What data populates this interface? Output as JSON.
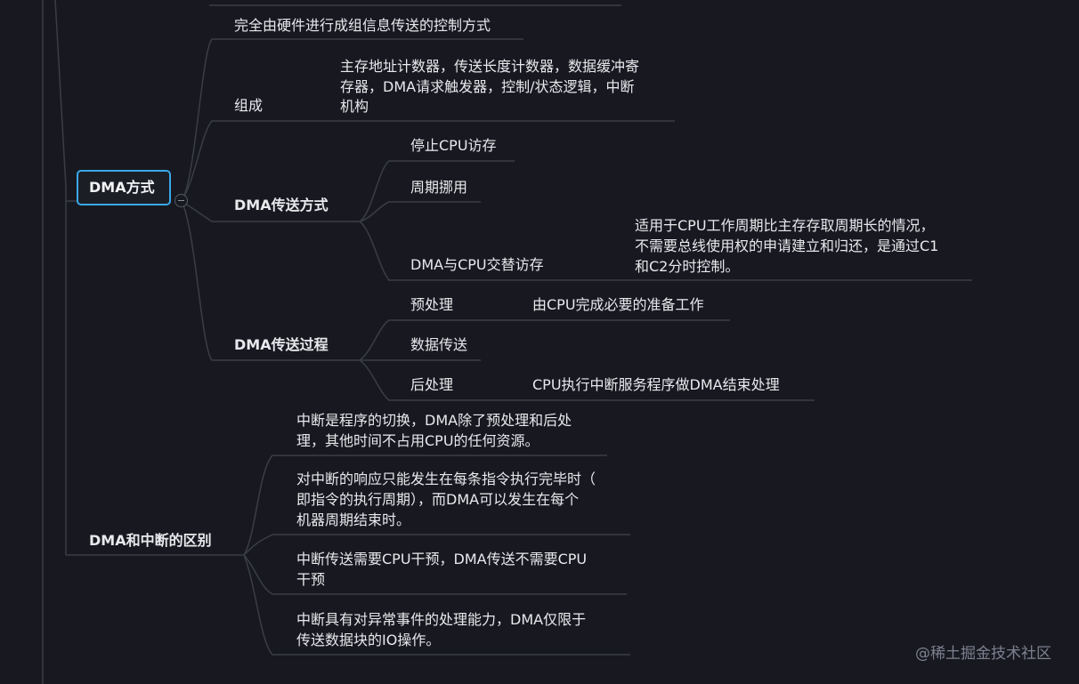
{
  "nodes": {
    "dma_mode": "DMA方式",
    "dma_def": "完全由硬件进行成组信息传送的控制方式",
    "composition": "组成",
    "composition_desc_1": "主存地址计数器，传送长度计数器，数据缓冲寄",
    "composition_desc_2": "存器，DMA请求触发器，控制/状态逻辑，中断",
    "composition_desc_3": "机构",
    "transfer_mode": "DMA传送方式",
    "stop_cpu": "停止CPU访存",
    "cycle_steal": "周期挪用",
    "alternate": "DMA与CPU交替访存",
    "alternate_desc_1": "适用于CPU工作周期比主存存取周期长的情况，",
    "alternate_desc_2": "不需要总线使用权的申请建立和归还，是通过C1",
    "alternate_desc_3": "和C2分时控制。",
    "process": "DMA传送过程",
    "preprocess": "预处理",
    "preprocess_desc": "由CPU完成必要的准备工作",
    "data_transfer": "数据传送",
    "postprocess": "后处理",
    "postprocess_desc": "CPU执行中断服务程序做DMA结束处理",
    "diff": "DMA和中断的区别",
    "diff1_1": "中断是程序的切换，DMA除了预处理和后处",
    "diff1_2": "理，其他时间不占用CPU的任何资源。",
    "diff2_1": "对中断的响应只能发生在每条指令执行完毕时（",
    "diff2_2": "即指令的执行周期），而DMA可以发生在每个",
    "diff2_3": "机器周期结束时。",
    "diff3_1": "中断传送需要CPU干预，DMA传送不需要CPU",
    "diff3_2": "干预",
    "diff4_1": "中断具有对异常事件的处理能力，DMA仅限于",
    "diff4_2": "传送数据块的IO操作。"
  },
  "watermark": "@稀土掘金技术社区",
  "colors": {
    "background": "#181920",
    "line": "#3a3d47",
    "selected_border": "#3aa8e8",
    "text": "#e8e9ec"
  }
}
